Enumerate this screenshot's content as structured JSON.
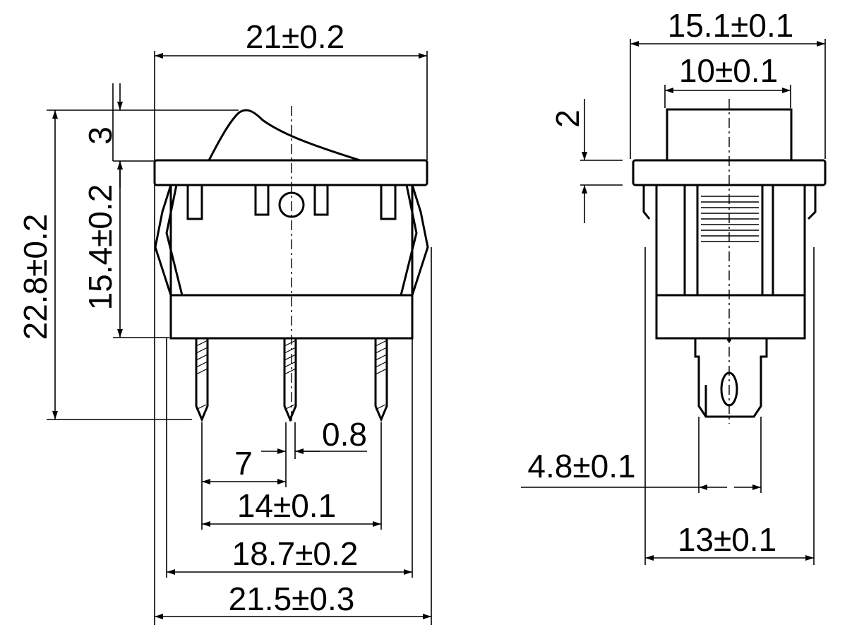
{
  "front_view": {
    "overall_width": "21±0.2",
    "rocker_height": "3",
    "body_height": "15.4±0.2",
    "total_height": "22.8±0.2",
    "pin_width": "0.8",
    "pin_pitch": "7",
    "outer_pin_span": "14±0.1",
    "base_width": "18.7±0.2",
    "flange_span": "21.5±0.3"
  },
  "side_view": {
    "overall_width": "15.1±0.1",
    "rocker_width": "10±0.1",
    "flange_thickness": "2",
    "terminal_width": "4.8±0.1",
    "base_width": "13±0.1"
  },
  "colors": {
    "line": "#000000",
    "background": "#ffffff"
  }
}
